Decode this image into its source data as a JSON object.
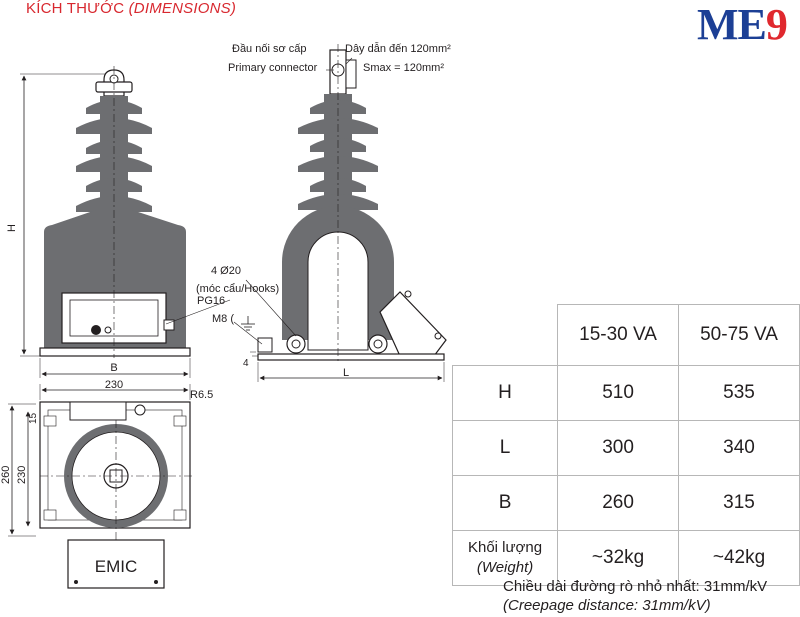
{
  "header": {
    "title_vi": "KÍCH THƯỚC",
    "title_en": "(DIMENSIONS)"
  },
  "logo": {
    "me": "ME",
    "nine": "9"
  },
  "labels": {
    "primary_connector_vi": "Đầu nối sơ cấp",
    "primary_connector_en": "Primary connector",
    "conductor_vi": "Dây dẫn đến 120mm²",
    "smax": "Smax = 120mm²",
    "holes": "4 Ø20",
    "hooks": "(móc cẩu/Hooks)",
    "pg16": "PG16",
    "m8": "M8 (",
    "dim_h": "H",
    "dim_b": "B",
    "dim_l": "L",
    "dim_4": "4",
    "dim_230_top": "230",
    "dim_r65": "R6.5",
    "dim_15": "15",
    "dim_260": "260",
    "dim_230_side": "230",
    "nameplate": "EMIC"
  },
  "table": {
    "headers": [
      "",
      "15-30 VA",
      "50-75 VA"
    ],
    "rows": [
      {
        "label": "H",
        "v1": "510",
        "v2": "535"
      },
      {
        "label": "L",
        "v1": "300",
        "v2": "340"
      },
      {
        "label": "B",
        "v1": "260",
        "v2": "315"
      }
    ],
    "weight": {
      "label_vi": "Khối lượng",
      "label_en": "(Weight)",
      "v1": "~32kg",
      "v2": "~42kg"
    }
  },
  "footer": {
    "creepage_vi": "Chiều dài đường rò nhỏ nhất: 31mm/kV",
    "creepage_en": "(Creepage distance: 31mm/kV)"
  },
  "colors": {
    "title_red": "#d8282f",
    "logo_blue": "#1c3f95",
    "logo_red": "#e0282e",
    "body_gray": "#6d6e71"
  }
}
